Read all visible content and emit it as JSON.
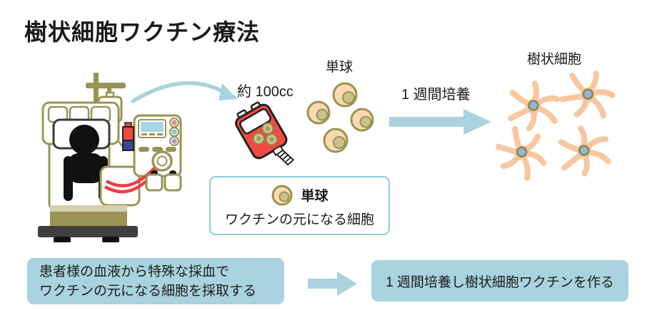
{
  "title": "樹状細胞ワクチン療法",
  "labels": {
    "blood_amount": "約 100cc",
    "monocyte": "単球",
    "culture": "1 週間培養",
    "dendritic": "樹状細胞"
  },
  "legend": {
    "cell_name": "単球",
    "description": "ワクチンの元になる細胞"
  },
  "steps": [
    {
      "line1": "患者様の血液から特殊な採血で",
      "line2": "ワクチンの元になる細胞を採取する"
    },
    {
      "line1": "1 週間培養し樹状細胞ワクチンを作る"
    }
  ],
  "icons": [
    "patient-apheresis-illustration",
    "curved-arrow-icon",
    "blood-bag-icon",
    "monocyte-cells-icon",
    "culture-arrow-icon",
    "dendritic-cells-icon",
    "monocyte-icon",
    "flow-arrow-icon"
  ],
  "colors": {
    "accent_blue": "#a9d3de",
    "legend_border": "#8ccade",
    "olive": "#9a9454",
    "khaki_base": "#9a9355",
    "red": "#ee4a41",
    "tube_red": "#ed3d45",
    "monocyte_fill": "#fcd9b6",
    "monocyte_nucleus": "#c9c28d",
    "dendritic_body": "#f8c79f",
    "dendritic_nucleus": "#92b7dc",
    "screen_blue": "#a9d4e6",
    "button_pink": "#f2888c",
    "button_cyan": "#81c7d6",
    "button_purple": "#b29bd0",
    "dark_gray": "#3f3f3f",
    "text": "#1a1a1a"
  }
}
